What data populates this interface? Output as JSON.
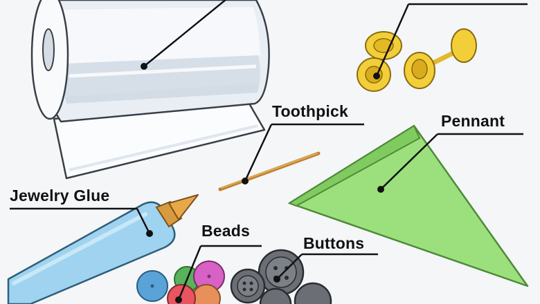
{
  "labels": {
    "toothpick": "Toothpick",
    "pennant": "Pennant",
    "jewelry_glue": "Jewelry Glue",
    "beads": "Beads",
    "buttons": "Buttons"
  },
  "colors": {
    "background": "#f4f6f8",
    "pennant": "#9be07c",
    "glue_tube": "#9fd3f0",
    "earring_studs": "#f2cf38",
    "toothpick": "#d89a3e",
    "buttons": "#6b6f75",
    "bead_blue": "#5aa3d8",
    "bead_magenta": "#d761c4",
    "bead_green": "#58b35a",
    "bead_orange": "#e8905a",
    "bead_red": "#e8545f"
  },
  "icons": [
    "plastic-wrap-roll-icon",
    "earring-studs-icon",
    "toothpick-icon",
    "pennant-icon",
    "jewelry-glue-tube-icon",
    "beads-icon",
    "buttons-icon"
  ]
}
